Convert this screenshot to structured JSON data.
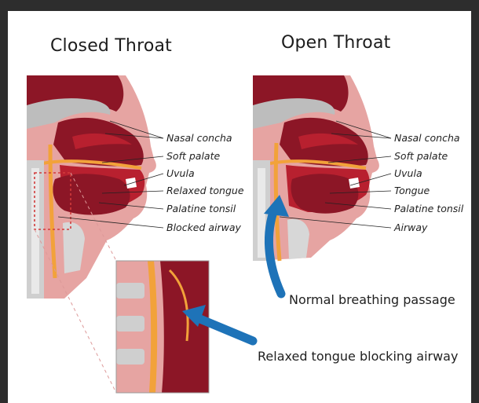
{
  "titles": {
    "closed": "Closed Throat",
    "open": "Open Throat"
  },
  "closed_labels": [
    "Nasal concha",
    "Soft palate",
    "Uvula",
    "Relaxed tongue",
    "Palatine tonsil",
    "Blocked airway"
  ],
  "open_labels": [
    "Nasal concha",
    "Soft palate",
    "Uvula",
    "Tongue",
    "Palatine tonsil",
    "Airway"
  ],
  "callouts": {
    "normal": "Normal breathing passage",
    "blocked": "Relaxed tongue blocking airway"
  },
  "colors": {
    "frame": "#2d2d2d",
    "tissue_dark": "#8c1626",
    "tissue_red": "#b8202f",
    "skin": "#e6a4a2",
    "bone": "#c9c9c9",
    "orange": "#f2a23a",
    "arrow": "#1e73b8"
  }
}
